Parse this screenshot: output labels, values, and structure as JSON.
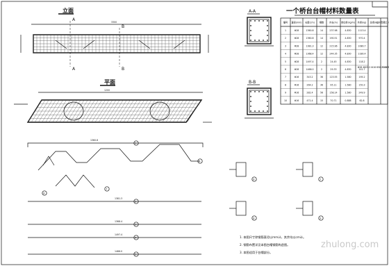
{
  "views": {
    "elevation_title": "立面",
    "plan_title": "平面",
    "section_aa_title": "A-A",
    "section_bb_title": "B-B",
    "section_marker_a": "A",
    "section_marker_b": "B",
    "elevation_width_dim": "3300",
    "plan_width_dim": "1200"
  },
  "table": {
    "title": "一个桥台台帽材料数量表",
    "headers": [
      "编号",
      "直径(mm)",
      "长度(cm)",
      "根数",
      "共长(m)",
      "单位重(kg/m)",
      "共重(kg)",
      "总重(kg)",
      "C30混凝土(m³)"
    ],
    "rows": [
      [
        "1",
        "Φ28",
        "1360.8",
        "14",
        "237.98",
        "4.830",
        "1113.4"
      ],
      [
        "2",
        "Φ28",
        "1360.8",
        "14",
        "190.51",
        "4.830",
        "970.4"
      ],
      [
        "3",
        "Φ28",
        "1381.3",
        "12",
        "215.96",
        "4.830",
        "1080.7"
      ],
      [
        "4",
        "Φ28",
        "1368.4",
        "12",
        "244.35",
        "4.830",
        "1180.4"
      ],
      [
        "5",
        "Φ28",
        "1497.4",
        "2",
        "24.45",
        "4.830",
        "118.2"
      ],
      [
        "6",
        "Φ28",
        "1466.0",
        "2",
        "29.33",
        "4.830",
        "141.7"
      ],
      [
        "7",
        "Φ16",
        "343.2",
        "36",
        "123.55",
        "1.580",
        "195.2"
      ],
      [
        "8",
        "Φ16",
        "264.2",
        "36",
        "95.11",
        "1.580",
        "150.3"
      ],
      [
        "9",
        "Φ16",
        "282.4",
        "56",
        "158.14",
        "1.580",
        "249.9"
      ],
      [
        "10",
        "Φ16",
        "471.4",
        "15",
        "70.71",
        "0.888",
        "62.8"
      ]
    ],
    "total_weight": "Φ28 4605.2   Φ16 658.2   5263.4",
    "concrete_volume": "32.6"
  },
  "rebars": [
    {
      "num": "1",
      "length": "1360.8"
    },
    {
      "num": "2",
      "length": "1381.3"
    },
    {
      "num": "3",
      "length": "1368.4"
    },
    {
      "num": "4",
      "length": "1497.4"
    },
    {
      "num": "5",
      "length": "1466.0"
    }
  ],
  "stirrups": [
    {
      "num": "6"
    },
    {
      "num": "7"
    },
    {
      "num": "8"
    },
    {
      "num": "9"
    }
  ],
  "notes": [
    "1. 本图尺寸除钢筋直径以mm计，其余均以cm计。",
    "2. 钢筋布置详见本图台帽钢筋构造图。",
    "3. 本图适用于台帽部分。"
  ],
  "watermark": "zhulong.com",
  "colors": {
    "ink": "#111111",
    "watermark": "#c9c9c9",
    "paper": "#ffffff"
  }
}
